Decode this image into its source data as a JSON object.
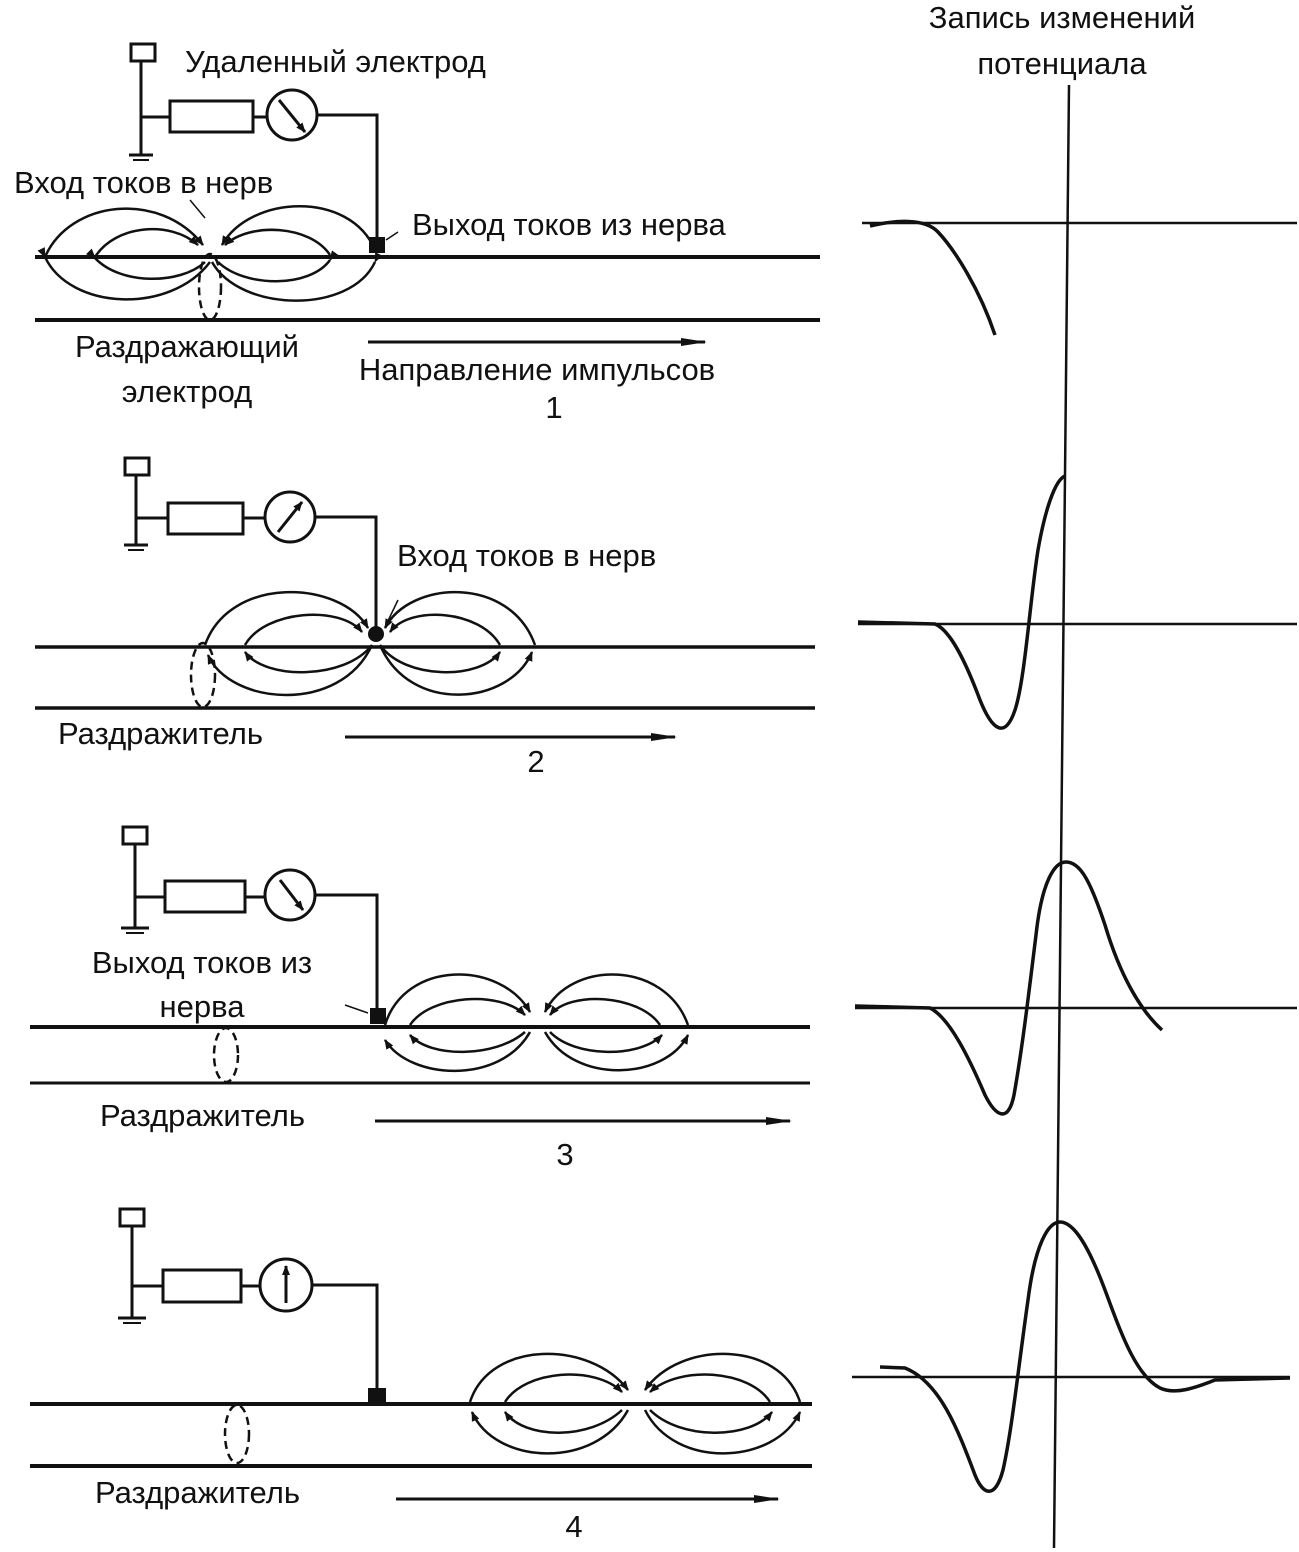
{
  "figure": {
    "trace_column_title": [
      "Запись изменений",
      "потенциала"
    ],
    "panels": [
      {
        "number": "1",
        "labels": {
          "remote_electrode": "Удаленный электрод",
          "current_entry": "Вход токов в нерв",
          "current_exit": "Выход токов из нерва",
          "stimulating_electrode": [
            "Раздражающий",
            "электрод"
          ],
          "impulse_direction": "Направление импульсов"
        }
      },
      {
        "number": "2",
        "labels": {
          "current_entry": "Вход токов в нерв",
          "stimulator": "Раздражитель"
        }
      },
      {
        "number": "3",
        "labels": {
          "current_exit": [
            "Выход токов из",
            "нерва"
          ],
          "stimulator": "Раздражитель"
        }
      },
      {
        "number": "4",
        "labels": {
          "stimulator": "Раздражитель"
        }
      }
    ]
  },
  "style": {
    "ink": "#111111",
    "background": "#ffffff"
  }
}
